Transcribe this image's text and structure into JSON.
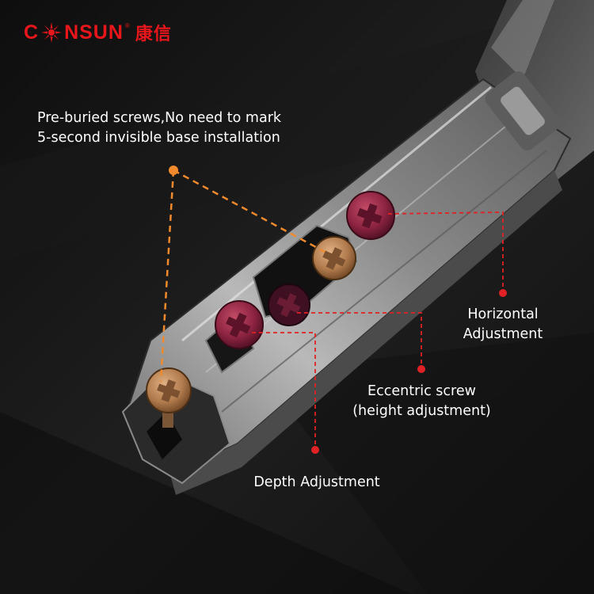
{
  "brand": {
    "logo_letter": "C",
    "logo_rest": "NSUN",
    "logo_registered": "®",
    "logo_chinese": "康信"
  },
  "colors": {
    "brand_red": "#e8161b",
    "callout_orange": "#f08a2c",
    "callout_red": "#e02226"
  },
  "callouts": {
    "preburied": {
      "line1": "Pre-buried screws,No need to mark",
      "line2": "5-second invisible base installation"
    },
    "horizontal": {
      "line1": "Horizontal",
      "line2": "Adjustment"
    },
    "eccentric": {
      "line1": "Eccentric screw",
      "line2": "(height adjustment)"
    },
    "depth": {
      "line1": "Depth Adjustment"
    }
  }
}
